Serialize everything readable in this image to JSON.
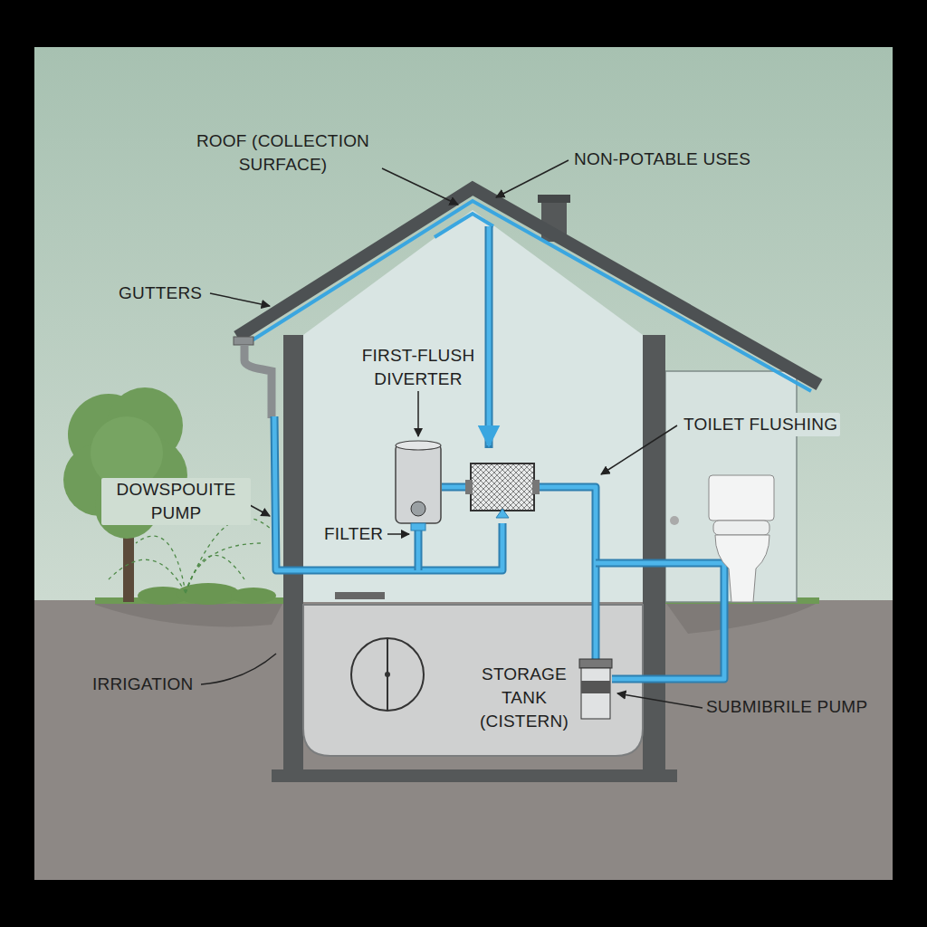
{
  "diagram": {
    "labels": [
      "ROOF (COLLECTION SURFACE)",
      "NON-POTABLE USES",
      "GUTTERS",
      "FIRST-FLUSH DIVERTER",
      "TOILET FLUSHING",
      "DOWSPOUITE PUMP",
      "FILTER",
      "IRRIGATION",
      "STORAGE TANK (CISTERN)",
      "SUBMIBRILE PUMP"
    ]
  }
}
